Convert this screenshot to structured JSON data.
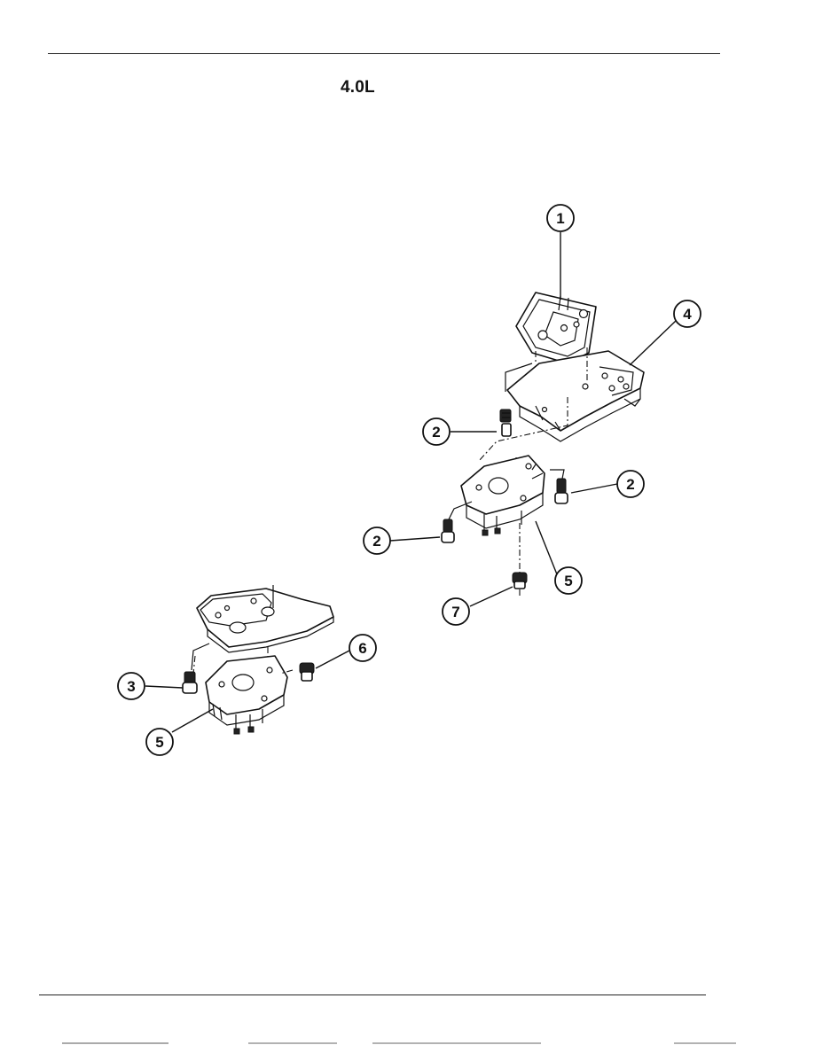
{
  "header": {
    "heading": "4.0L"
  },
  "callouts": [
    {
      "id": "c1",
      "label": "1"
    },
    {
      "id": "c4",
      "label": "4"
    },
    {
      "id": "c2a",
      "label": "2"
    },
    {
      "id": "c2b",
      "label": "2"
    },
    {
      "id": "c2c",
      "label": "2"
    },
    {
      "id": "c5a",
      "label": "5"
    },
    {
      "id": "c7",
      "label": "7"
    },
    {
      "id": "c6",
      "label": "6"
    },
    {
      "id": "c3",
      "label": "3"
    },
    {
      "id": "c5b",
      "label": "5"
    }
  ]
}
